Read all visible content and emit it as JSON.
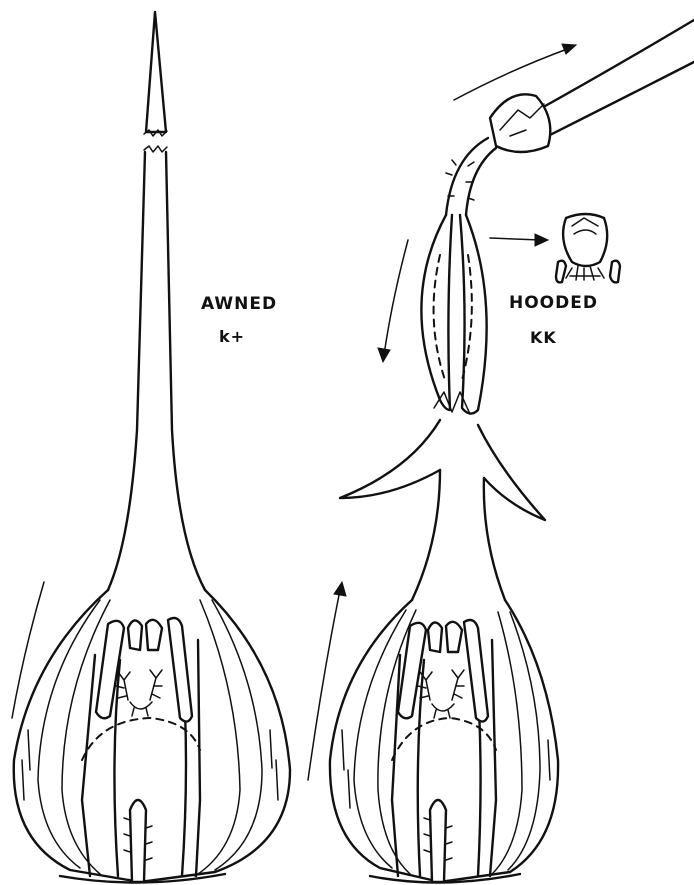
{
  "figure": {
    "left_panel": {
      "title": "AWNED",
      "genotype": "k+"
    },
    "right_panel": {
      "title": "HOODED",
      "genotype": "KK"
    }
  },
  "colors": {
    "ink": "#111111",
    "background": "#ffffff"
  }
}
